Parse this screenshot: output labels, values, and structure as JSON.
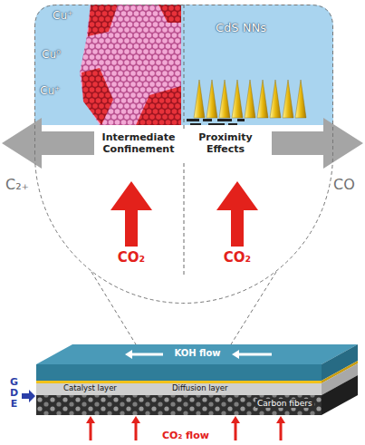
{
  "diagram": {
    "nodes": [
      {
        "text": [
          "Cu⁺",
          "CdS NNs",
          "Cu⁰",
          "Cu⁺",
          "Intermediate Confinement",
          "Proximity Effects",
          "CO₂",
          "CO₂"
        ]
      },
      {
        "text": [
          "KOH flow",
          "Catalyst layer",
          "Diffusion layer",
          "Carbon fibers"
        ]
      }
    ],
    "labels": [
      "C₂₊",
      "CO",
      "GDE",
      "CO₂ flow"
    ]
  }
}
